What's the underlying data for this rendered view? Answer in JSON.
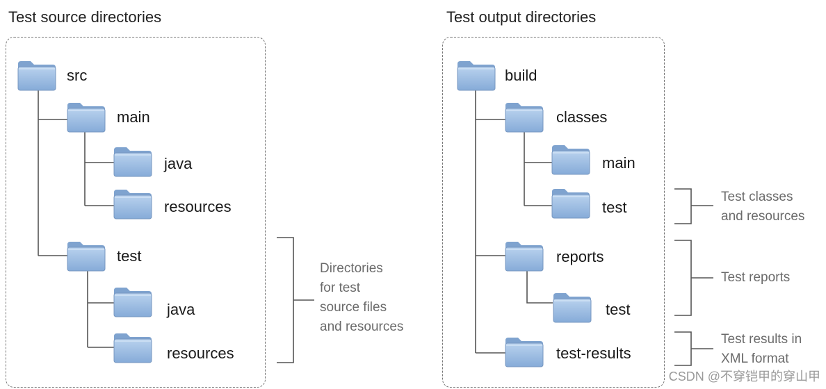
{
  "left": {
    "title": "Test source directories",
    "tree": {
      "root": "src",
      "main": "main",
      "main_java": "java",
      "main_resources": "resources",
      "test": "test",
      "test_java": "java",
      "test_resources": "resources"
    },
    "note": [
      "Directories",
      "for test",
      "source files",
      "and resources"
    ]
  },
  "right": {
    "title": "Test output directories",
    "tree": {
      "root": "build",
      "classes": "classes",
      "classes_main": "main",
      "classes_test": "test",
      "reports": "reports",
      "reports_test": "test",
      "test_results": "test-results"
    },
    "notes": {
      "classes": [
        "Test classes",
        "and resources"
      ],
      "reports": [
        "Test reports"
      ],
      "results": [
        "Test results in",
        "XML format"
      ]
    }
  },
  "watermark": "CSDN @不穿铠甲的穿山甲",
  "icons": {
    "folder": "folder-icon"
  },
  "colors": {
    "folder_front": "#9dbde3",
    "folder_back": "#7fa4d1",
    "line": "#555555"
  }
}
